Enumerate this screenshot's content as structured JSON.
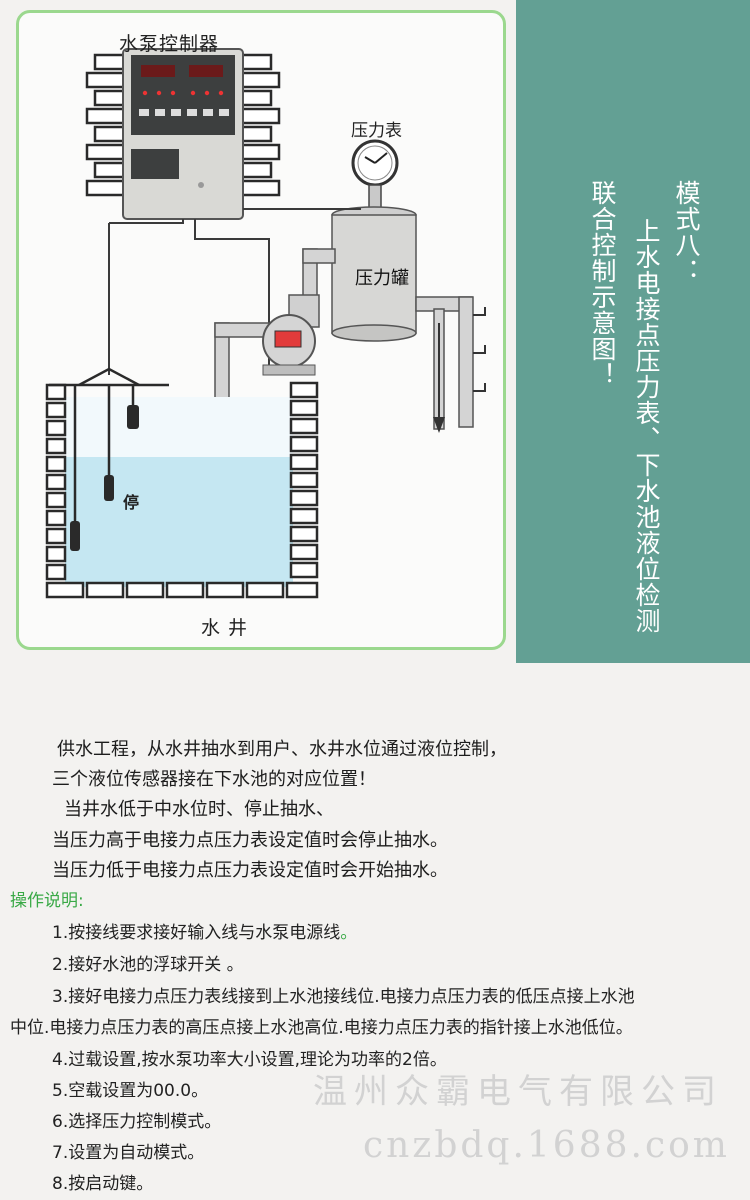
{
  "diagram": {
    "controller_title": "水泵控制器",
    "gauge_title": "压力表",
    "tank_title": "压力罐",
    "stop_label": "停",
    "well_title": "水井",
    "accent_colors": {
      "frame": "#9bd88e",
      "water": "#bfe4f1",
      "pump_window": "#e23b3b"
    }
  },
  "side_panel": {
    "bg": "#63a094",
    "line1": "模式八：",
    "line2": "上水电接点压力表、下水池液位检测",
    "line3": "联合控制示意图！"
  },
  "intro": [
    "供水工程，从水井抽水到用户、水井水位通过液位控制，",
    "三个液位传感器接在下水池的对应位置！",
    "当井水低于中水位时、停止抽水、",
    "当压力高于电接力点压力表设定值时会停止抽水。",
    "当压力低于电接力点压力表设定值时会开始抽水。"
  ],
  "ops": {
    "heading": "操作说明:",
    "step1": "1.按接线要求接好输入线与水泵电源线",
    "step1_dot": "。",
    "step2": "2.接好水池的浮球开关 。",
    "step3_a": "3.接好电接力点压力表线接到上水池接线位.电接力点压力表的低压点接上水池",
    "step3_b": "中位.电接力点压力表的高压点接上水池高位.电接力点压力表的指针接上水池低位。",
    "step4": "4.过载设置,按水泵功率大小设置,理论为功率的2倍。",
    "step5": "5.空载设置为00.0。",
    "step6": "6.选择压力控制模式。",
    "step7": "7.设置为自动模式。",
    "step8": "8.按启动键。"
  },
  "watermark": {
    "company": "温州众霸电气有限公司",
    "site": "cnzbdq.1688.com"
  }
}
